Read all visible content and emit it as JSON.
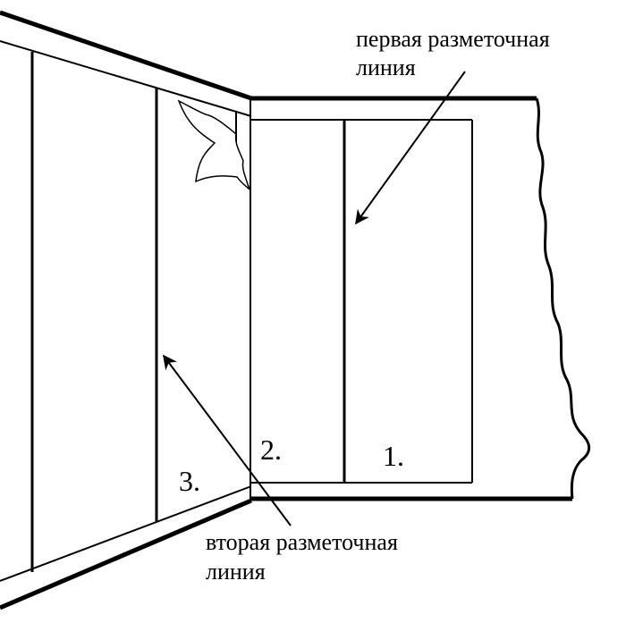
{
  "annotations": {
    "first_line_label_line1": "первая разметочная",
    "first_line_label_line2": "линия",
    "second_line_label_line1": "вторая разметочная",
    "second_line_label_line2": "линия"
  },
  "strips": {
    "strip_1": "1.",
    "strip_2": "2.",
    "strip_3": "3."
  },
  "colors": {
    "stroke": "#000000",
    "background": "#ffffff"
  }
}
